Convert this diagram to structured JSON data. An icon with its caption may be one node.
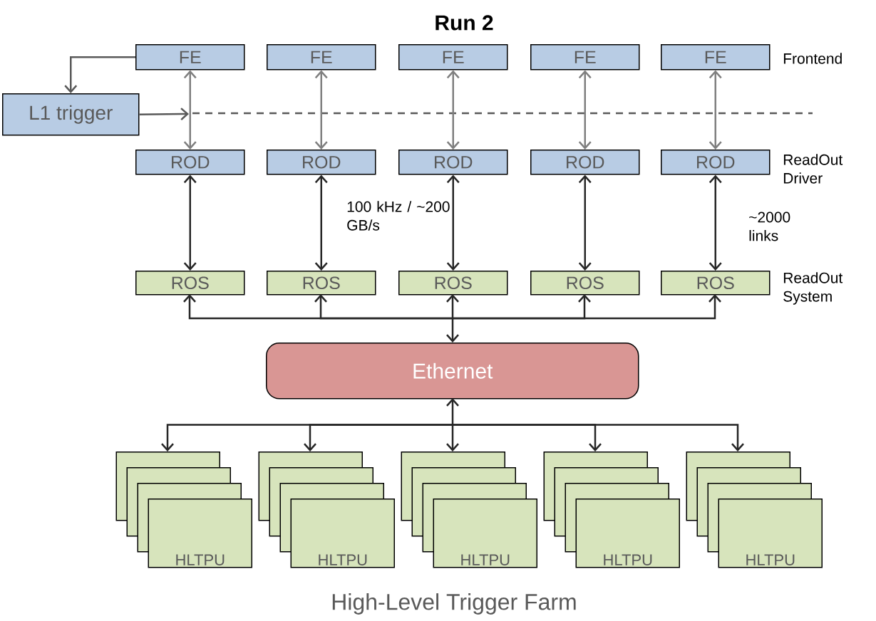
{
  "diagram": {
    "title": "Run 2",
    "caption": "High-Level Trigger Farm",
    "nodes": [
      {
        "text": [
          "FE"
        ]
      },
      {
        "text": [
          "FE"
        ]
      },
      {
        "text": [
          "FE"
        ]
      },
      {
        "text": [
          "FE"
        ]
      },
      {
        "text": [
          "FE"
        ]
      },
      {
        "text": [
          "L1 trigger"
        ]
      },
      {
        "text": [
          "ROD"
        ]
      },
      {
        "text": [
          "ROD"
        ]
      },
      {
        "text": [
          "ROD"
        ]
      },
      {
        "text": [
          "ROD"
        ]
      },
      {
        "text": [
          "ROD"
        ]
      },
      {
        "text": [
          "ROS"
        ]
      },
      {
        "text": [
          "ROS"
        ]
      },
      {
        "text": [
          "ROS"
        ]
      },
      {
        "text": [
          "ROS"
        ]
      },
      {
        "text": [
          "ROS"
        ]
      },
      {
        "text": [
          "Ethernet"
        ]
      },
      {
        "text": [],
        "shape": "box"
      },
      {
        "text": [],
        "shape": "box"
      },
      {
        "text": [],
        "shape": "box"
      },
      {
        "text": [
          "HLTPU"
        ]
      },
      {
        "text": [],
        "shape": "box"
      },
      {
        "text": [],
        "shape": "box"
      },
      {
        "text": [],
        "shape": "box"
      },
      {
        "text": [
          "HLTPU"
        ]
      },
      {
        "text": [],
        "shape": "box"
      },
      {
        "text": [],
        "shape": "box"
      },
      {
        "text": [],
        "shape": "box"
      },
      {
        "text": [
          "HLTPU"
        ]
      },
      {
        "text": [],
        "shape": "box"
      },
      {
        "text": [],
        "shape": "box"
      },
      {
        "text": [],
        "shape": "box"
      },
      {
        "text": [
          "HLTPU"
        ]
      },
      {
        "text": [],
        "shape": "box"
      },
      {
        "text": [],
        "shape": "box"
      },
      {
        "text": [],
        "shape": "box"
      },
      {
        "text": [
          "HLTPU"
        ]
      }
    ],
    "edges": [
      {
        "from": 0,
        "to": 5,
        "arrow": "to",
        "color": "#595959"
      },
      {
        "from": 5,
        "to": null,
        "arrow": "to",
        "color": "#595959"
      },
      {
        "from": 0,
        "to": 6,
        "arrow": "both",
        "color": "#7f7f7f"
      },
      {
        "from": 1,
        "to": 7,
        "arrow": "both",
        "color": "#7f7f7f"
      },
      {
        "from": 2,
        "to": 8,
        "arrow": "both",
        "color": "#7f7f7f"
      },
      {
        "from": 3,
        "to": 9,
        "arrow": "both",
        "color": "#7f7f7f"
      },
      {
        "from": 4,
        "to": 10,
        "arrow": "both",
        "color": "#7f7f7f"
      },
      {
        "from": 6,
        "to": 11,
        "arrow": "both"
      },
      {
        "from": 7,
        "to": 12,
        "arrow": "both"
      },
      {
        "from": 8,
        "to": 13,
        "arrow": "both"
      },
      {
        "from": 9,
        "to": 14,
        "arrow": "both"
      },
      {
        "from": 10,
        "to": 15,
        "arrow": "both"
      },
      {
        "from": 11,
        "to": 16,
        "arrow": "both"
      },
      {
        "from": 12,
        "to": 16,
        "arrow": "both"
      },
      {
        "from": 13,
        "to": 16,
        "arrow": "both"
      },
      {
        "from": 14,
        "to": 16,
        "arrow": "both"
      },
      {
        "from": 15,
        "to": 16,
        "arrow": "both"
      },
      {
        "from": 16,
        "to": 17,
        "arrow": "both"
      },
      {
        "from": 16,
        "to": 21,
        "arrow": "both"
      },
      {
        "from": 16,
        "to": 25,
        "arrow": "both"
      },
      {
        "from": 16,
        "to": 29,
        "arrow": "both"
      },
      {
        "from": 16,
        "to": 33,
        "arrow": "both"
      }
    ],
    "labels": [
      "Frontend",
      "ReadOut Driver",
      "100 kHz / ~200 GB/s",
      "~2000 links",
      "ReadOut System"
    ]
  }
}
